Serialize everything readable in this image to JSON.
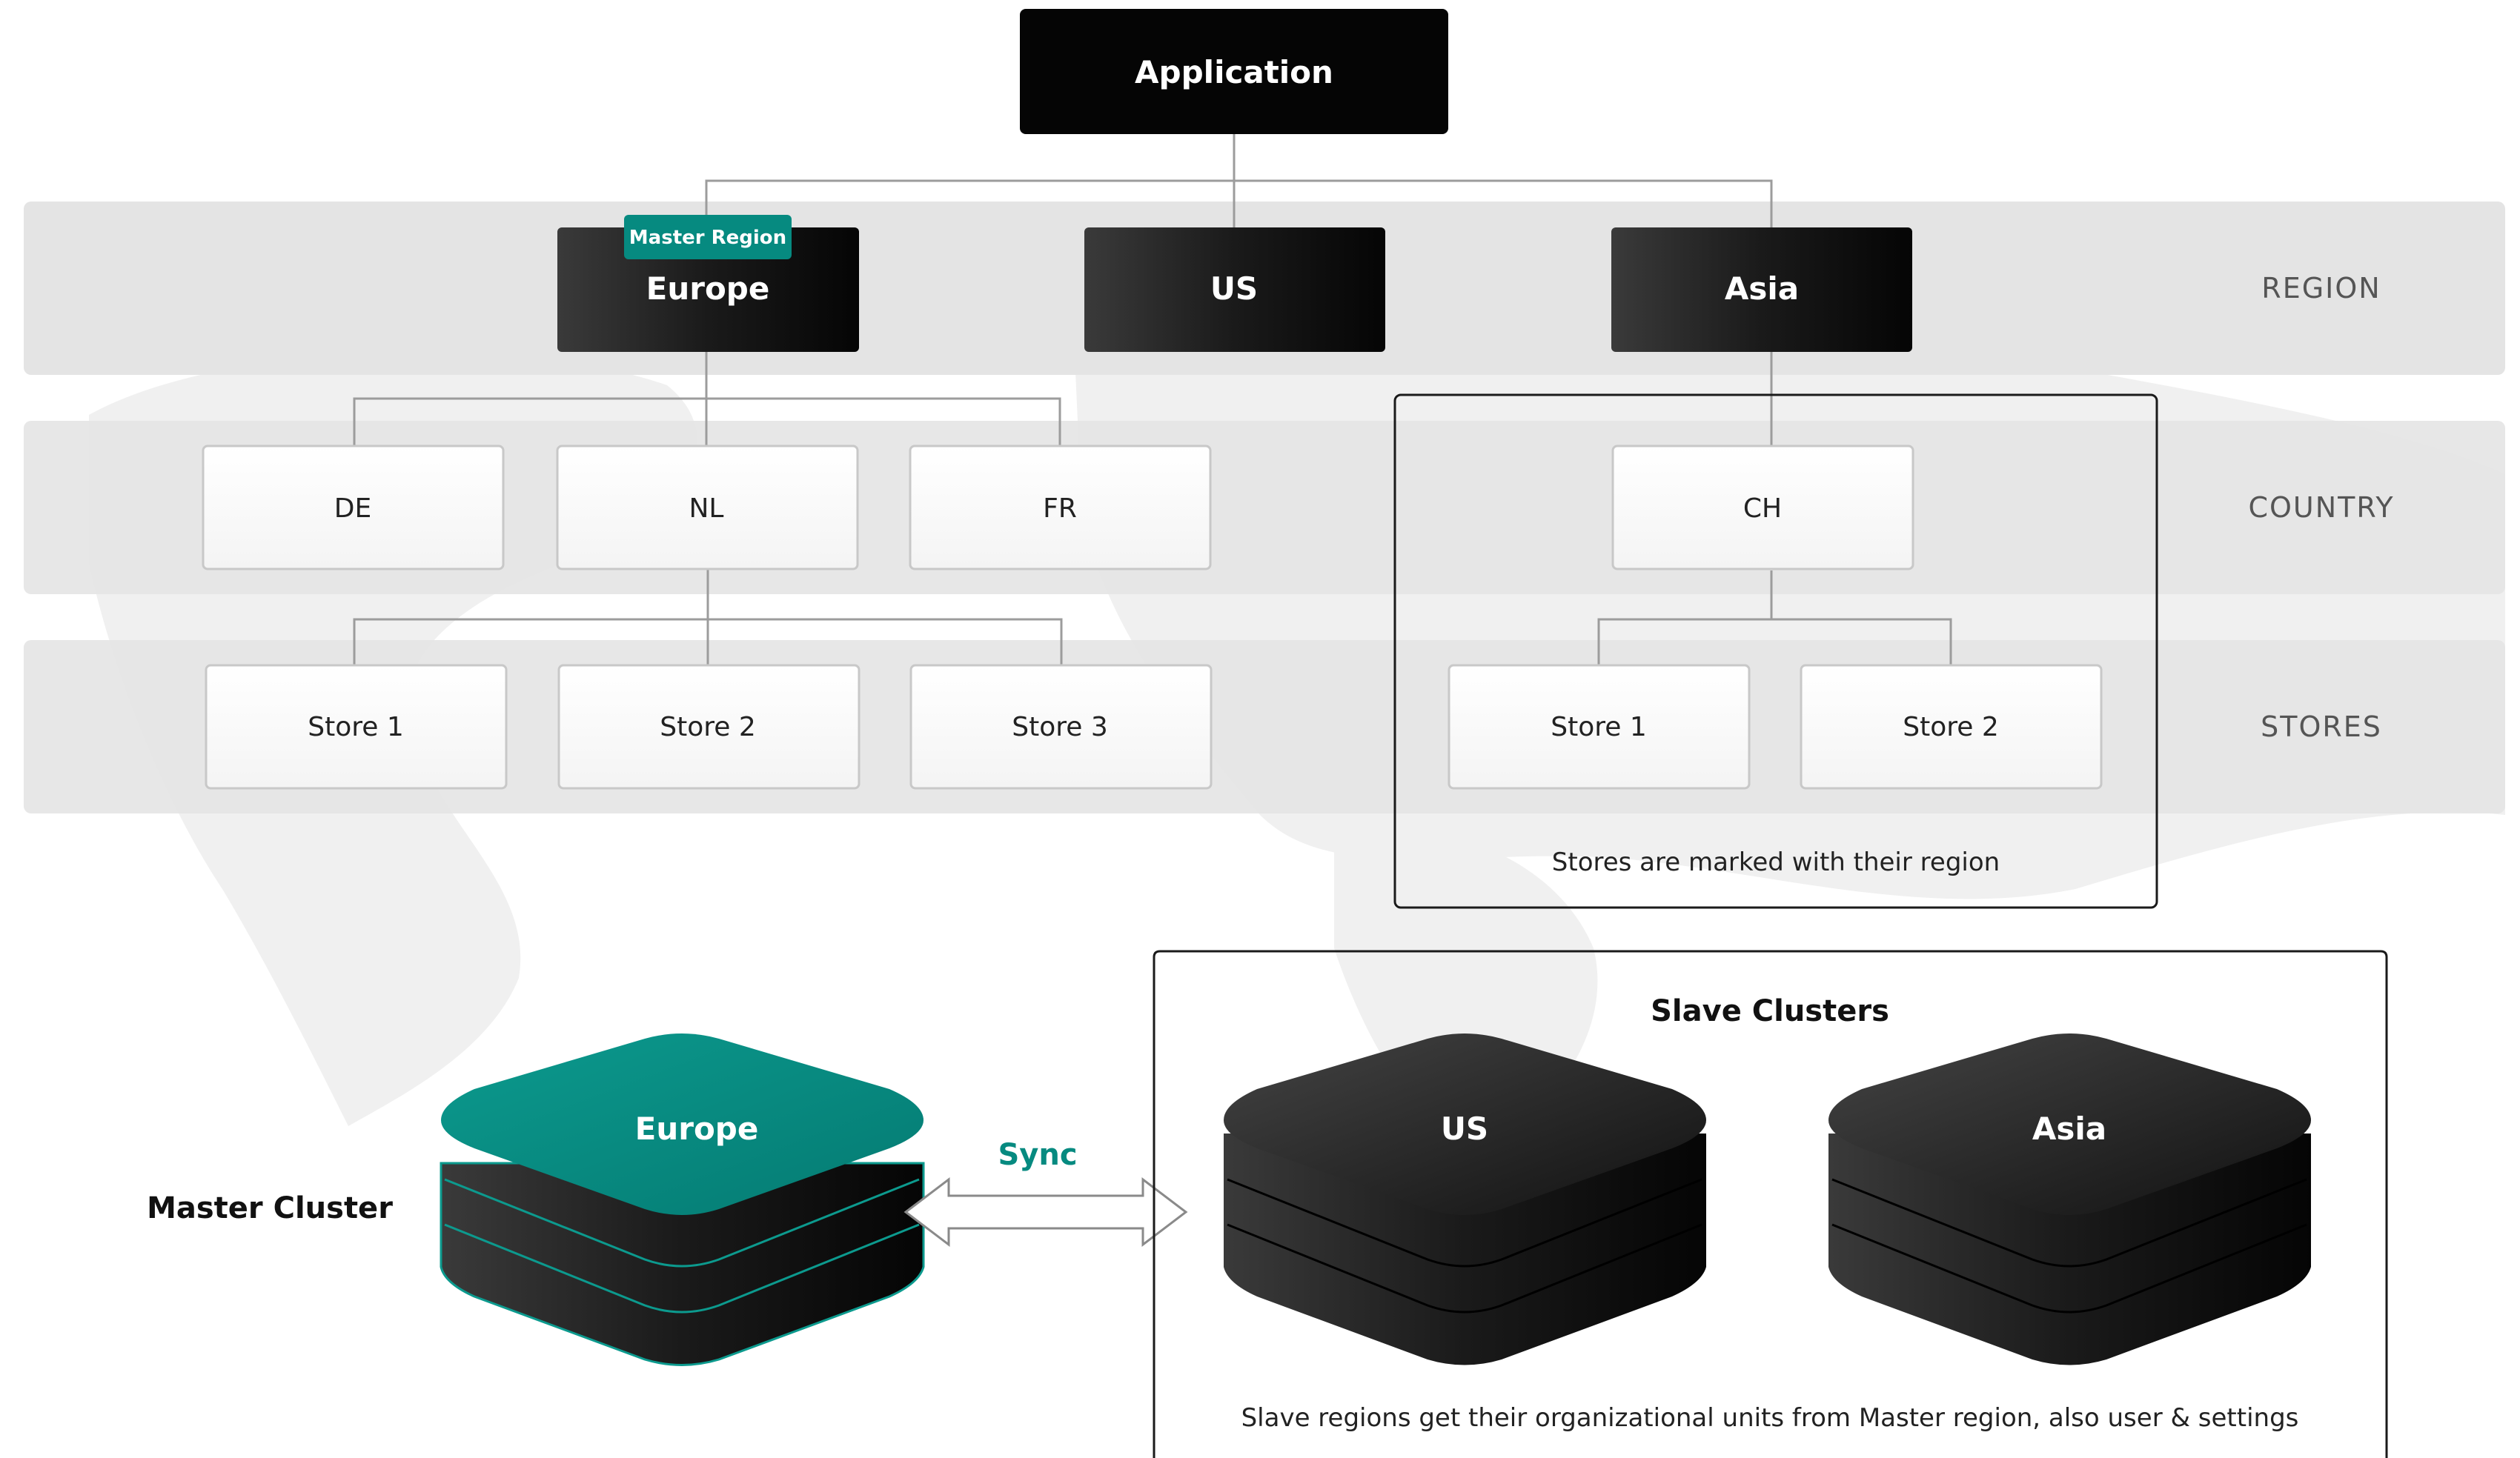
{
  "title": "Application",
  "regions": [
    "Europe",
    "US",
    "Asia"
  ],
  "master_badge": "Master Region",
  "band_labels": {
    "region": "REGION",
    "country": "COUNTRY",
    "stores": "STORES"
  },
  "countries": [
    "DE",
    "NL",
    "FR",
    "CH"
  ],
  "stores_europe": [
    "Store 1",
    "Store 2",
    "Store 3"
  ],
  "stores_asia": [
    "Store 1",
    "Store 2"
  ],
  "asia_note": "Stores are marked with their region",
  "master_cluster": {
    "label": "Master Cluster",
    "name": "Europe"
  },
  "sync_label": "Sync",
  "slave_clusters": {
    "title": "Slave Clusters",
    "names": [
      "US",
      "Asia"
    ]
  },
  "footer_note": "Slave regions get their organizational units from Master region, also user & settings",
  "colors": {
    "teal": "#068a80",
    "dark": "#141414",
    "band": "#e5e5e5",
    "line": "#999999"
  }
}
